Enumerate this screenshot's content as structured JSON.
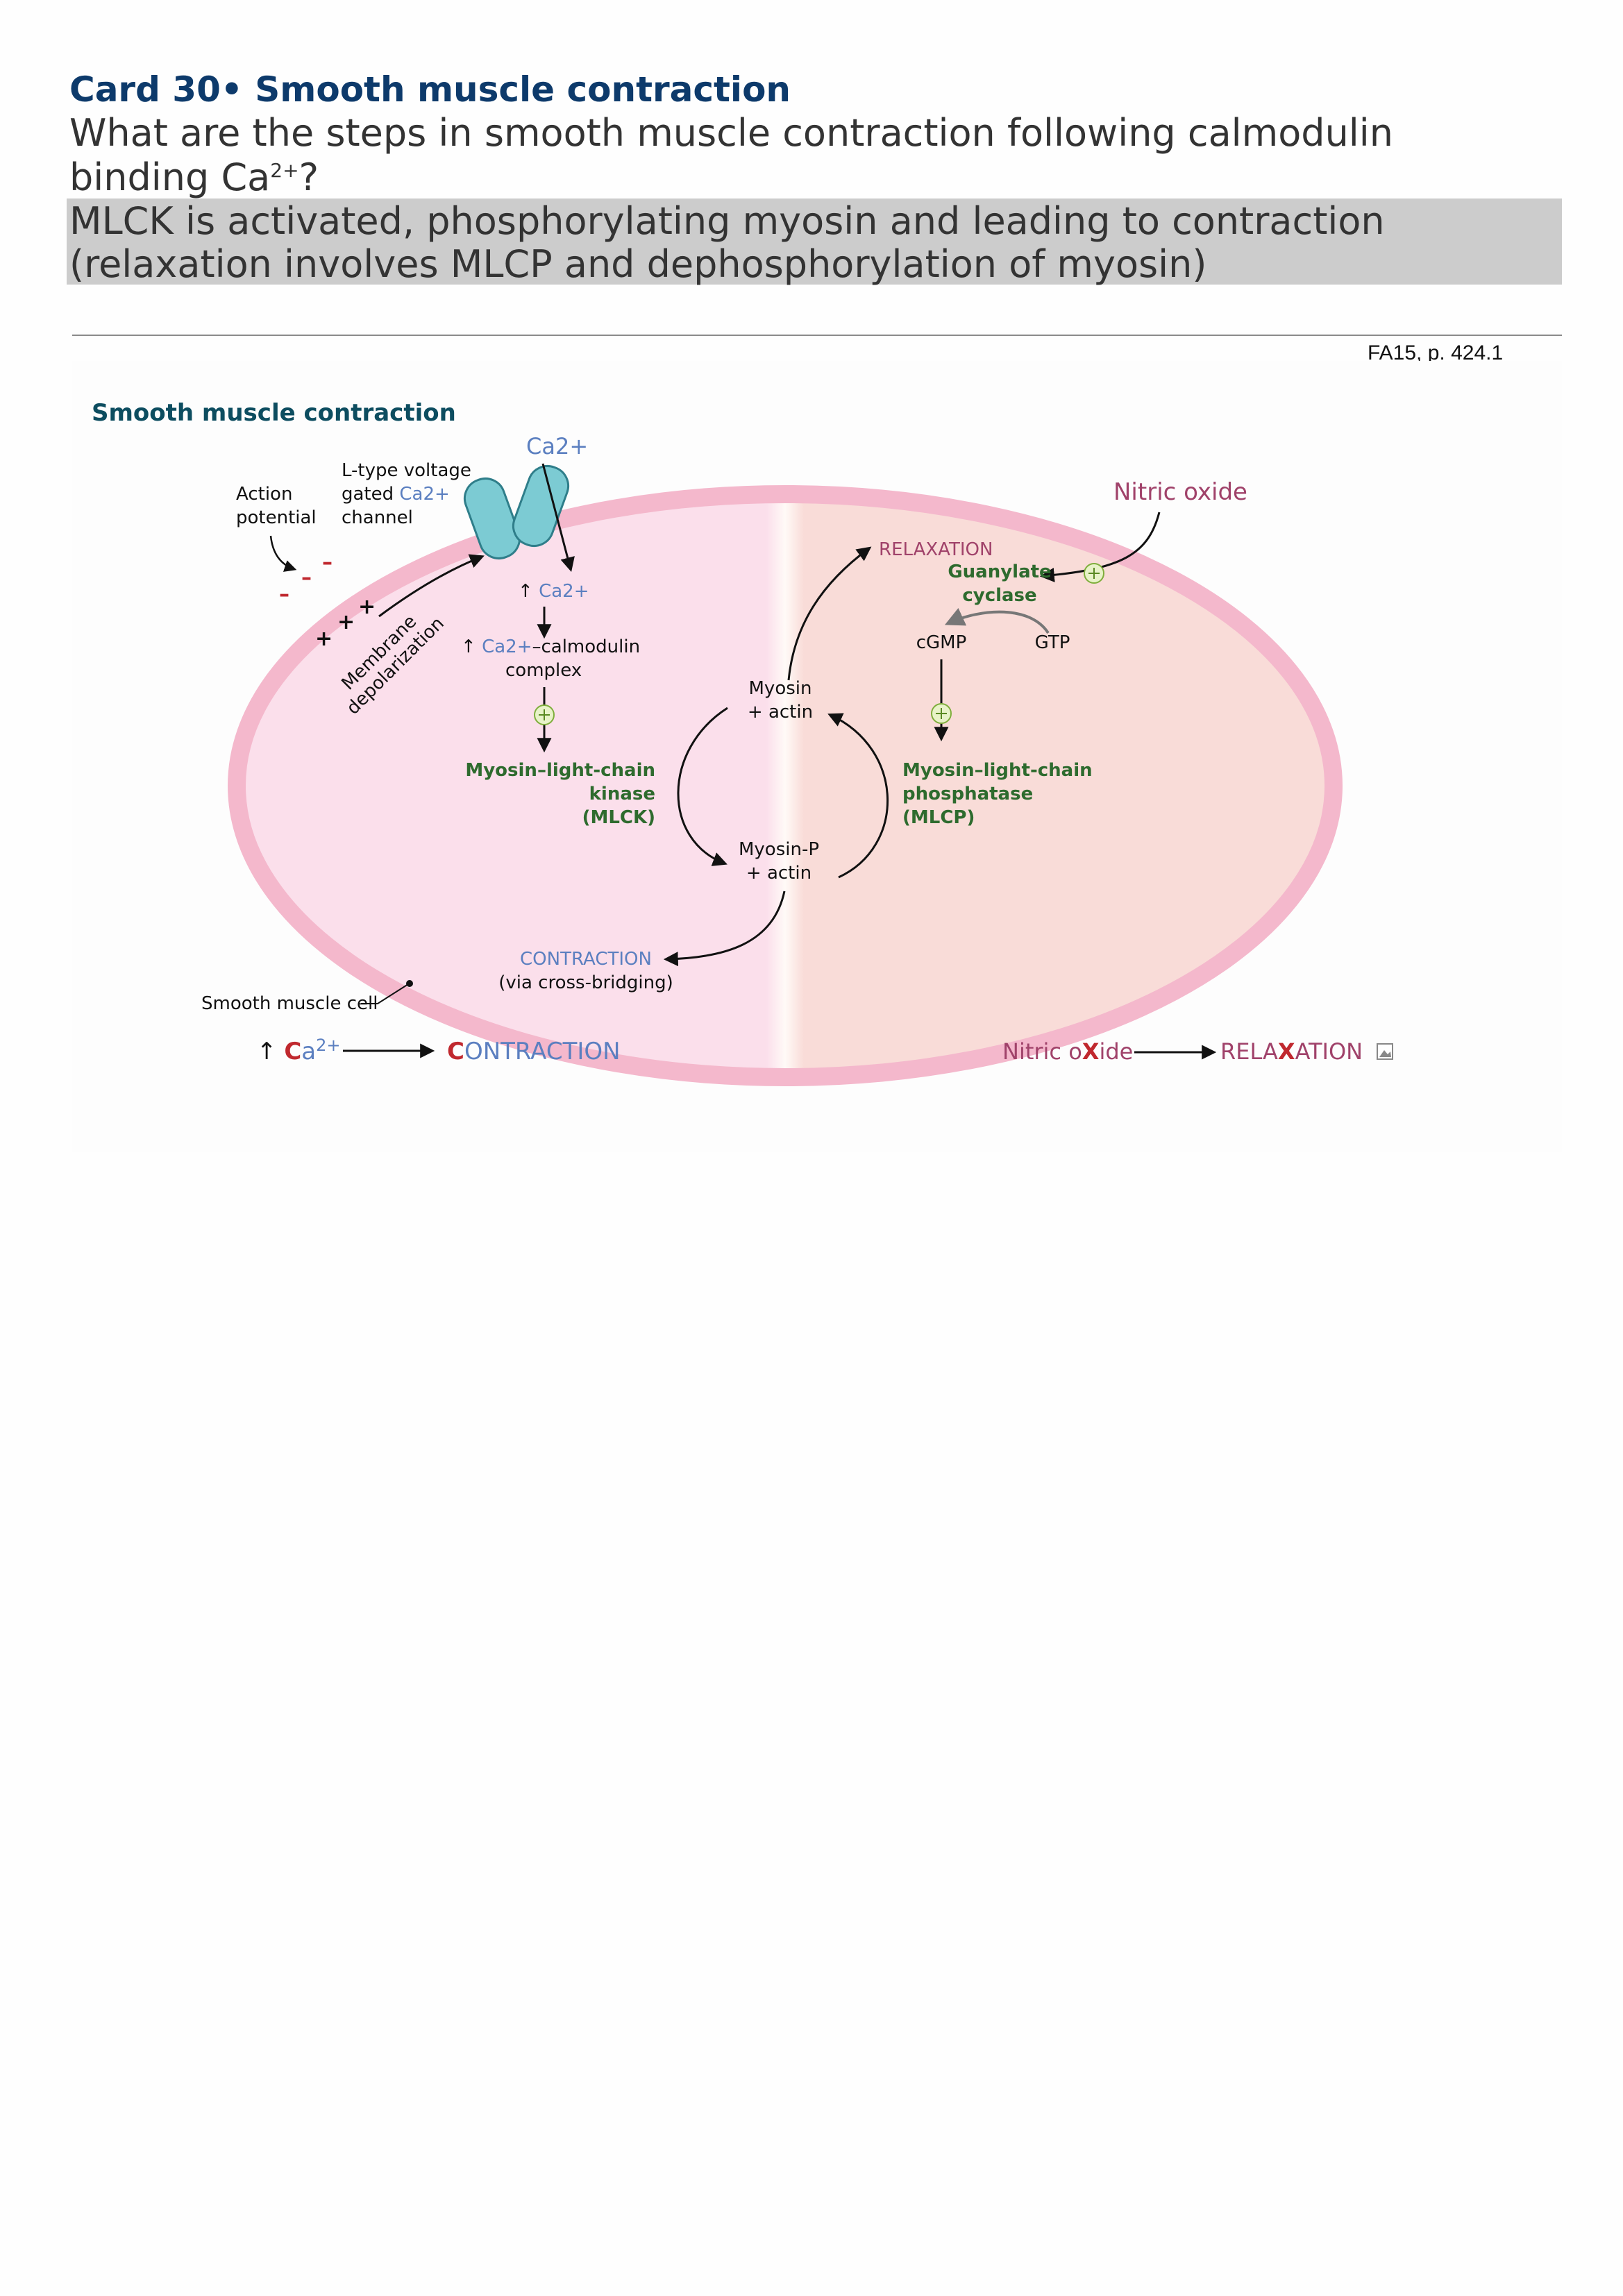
{
  "card": {
    "title": "Card 30• Smooth muscle contraction",
    "question_main": "What are the steps in smooth muscle contraction following calmodulin binding Ca",
    "question_sup": "2+",
    "question_end": "?",
    "answer": "MLCK is activated, phosphorylating myosin and leading to contraction (relaxation involves MLCP and dephosphorylation of myosin)",
    "reference": "FA15, p. 424.1"
  },
  "figure": {
    "title": "Smooth muscle contraction",
    "labels": {
      "ca_in": "Ca2+",
      "ltype_1": "L-type voltage",
      "ltype_2": "gated",
      "ltype_ca": "Ca2+",
      "ltype_3": "channel",
      "action_1": "Action",
      "action_2": "potential",
      "membrane_1": "Membrane",
      "membrane_2": "depolarization",
      "up_ca": "↑ Ca2+",
      "calmodulin_up": "↑",
      "calmodulin_ca": "Ca2+",
      "calmodulin_rest": "–calmodulin",
      "calmodulin_2": "complex",
      "mlck_1": "Myosin–light-chain",
      "mlck_2": "kinase",
      "mlck_3": "(MLCK)",
      "myosin_actin_1": "Myosin",
      "myosin_actin_2": "+ actin",
      "myosinp_1": "Myosin-P",
      "myosinp_2": "+ actin",
      "contraction": "CONTRACTION",
      "cross_bridging": "(via cross-bridging)",
      "relaxation": "RELAXATION",
      "nitric_oxide": "Nitric oxide",
      "guanylate_1": "Guanylate",
      "guanylate_2": "cyclase",
      "cgmp": "cGMP",
      "gtp": "GTP",
      "mlcp_1": "Myosin–light-chain",
      "mlcp_2": "phosphatase",
      "mlcp_3": "(MLCP)",
      "smooth_cell": "Smooth muscle cell",
      "mnemonic_left_arrow": "↑",
      "mnemonic_left_c": "C",
      "mnemonic_left_a": "a",
      "mnemonic_left_sup": "2+",
      "mnemonic_left_c2": "C",
      "mnemonic_left_rest": "ONTRACTION",
      "mnemonic_right_a": "Nitric o",
      "mnemonic_right_x": "X",
      "mnemonic_right_b": "ide",
      "mnemonic_right_c": "RELA",
      "mnemonic_right_x2": "X",
      "mnemonic_right_d": "ATION"
    },
    "colors": {
      "title": "#0d4d60",
      "blue_text": "#5b7fc0",
      "green_text": "#2e6b2e",
      "magenta_text": "#a0426a",
      "red_text": "#c0282e",
      "cell_left": "#fbdfeb",
      "cell_right": "#f9dcd8",
      "cell_border": "#f4b8cc",
      "channel": "#7ccbd3"
    }
  }
}
